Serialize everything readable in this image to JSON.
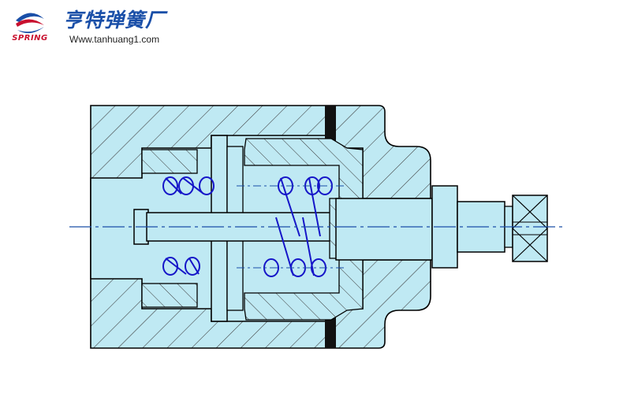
{
  "header": {
    "logo_text": "SPRING",
    "brand_name": "亨特弹簧厂",
    "url": "Www.tanhuang1.com"
  },
  "diagram": {
    "colors": {
      "fill": "#bfe9f3",
      "outline": "#000000",
      "hatch": "#3a3a3a",
      "spring": "#1515c8",
      "centerline": "#1a4fa8"
    },
    "icons": [
      "spring-logo-icon"
    ]
  }
}
